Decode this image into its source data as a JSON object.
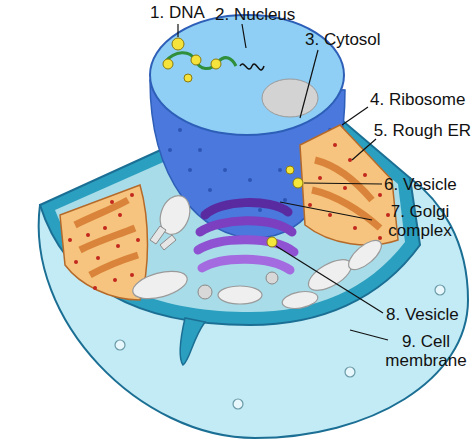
{
  "diagram": {
    "labels": [
      "1. DNA",
      "2. Nucleus",
      "3. Cytosol",
      "4. Ribosome",
      "5. Rough ER",
      "6. Vesicle",
      "7. Golgi complex",
      "8. Vesicle",
      "9. Cell membrane"
    ]
  }
}
